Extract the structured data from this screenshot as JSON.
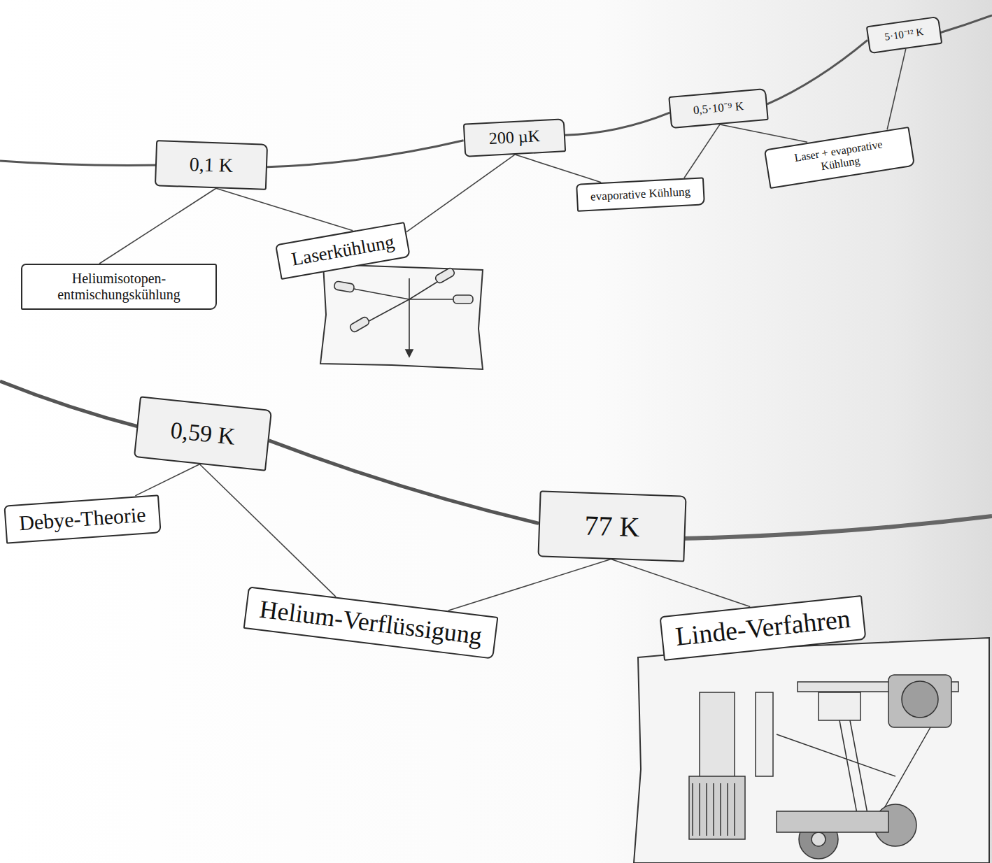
{
  "diagram": {
    "nodes": [
      {
        "text": [
          "0,1 K"
        ]
      },
      {
        "text": [
          "200 µK"
        ]
      },
      {
        "text": [
          "0,5·10⁻⁹ K"
        ]
      },
      {
        "text": [
          "5·10⁻¹² K"
        ]
      },
      {
        "text": [
          "Heliumisotopen- entmischungskühlung"
        ]
      },
      {
        "text": [
          "Laserkühlung"
        ]
      },
      {
        "text": [
          "evaporative Kühlung"
        ]
      },
      {
        "text": [
          "Laser + evaporative Kühlung"
        ]
      },
      {
        "text": [
          "0,59 K"
        ]
      },
      {
        "text": [
          "77 K"
        ]
      },
      {
        "text": [
          "Debye-Theorie"
        ]
      },
      {
        "text": [
          "Helium-Verflüssigung"
        ]
      },
      {
        "text": [
          "Linde-Verfahren"
        ]
      }
    ],
    "edges": [
      {
        "from": 0,
        "to": 1,
        "arrow": "none"
      },
      {
        "from": 1,
        "to": 2,
        "arrow": "none"
      },
      {
        "from": 2,
        "to": 3,
        "arrow": "none"
      },
      {
        "from": 8,
        "to": 9,
        "arrow": "none"
      },
      {
        "from": 0,
        "to": 4,
        "arrow": "none"
      },
      {
        "from": 0,
        "to": 5,
        "arrow": "none"
      },
      {
        "from": 1,
        "to": 5,
        "arrow": "none"
      },
      {
        "from": 1,
        "to": 6,
        "arrow": "none"
      },
      {
        "from": 2,
        "to": 6,
        "arrow": "none"
      },
      {
        "from": 2,
        "to": 7,
        "arrow": "none"
      },
      {
        "from": 3,
        "to": 7,
        "arrow": "none"
      },
      {
        "from": 8,
        "to": 10,
        "arrow": "none"
      },
      {
        "from": 8,
        "to": 11,
        "arrow": "none"
      },
      {
        "from": 9,
        "to": 11,
        "arrow": "none"
      },
      {
        "from": 9,
        "to": 12,
        "arrow": "none"
      }
    ]
  }
}
